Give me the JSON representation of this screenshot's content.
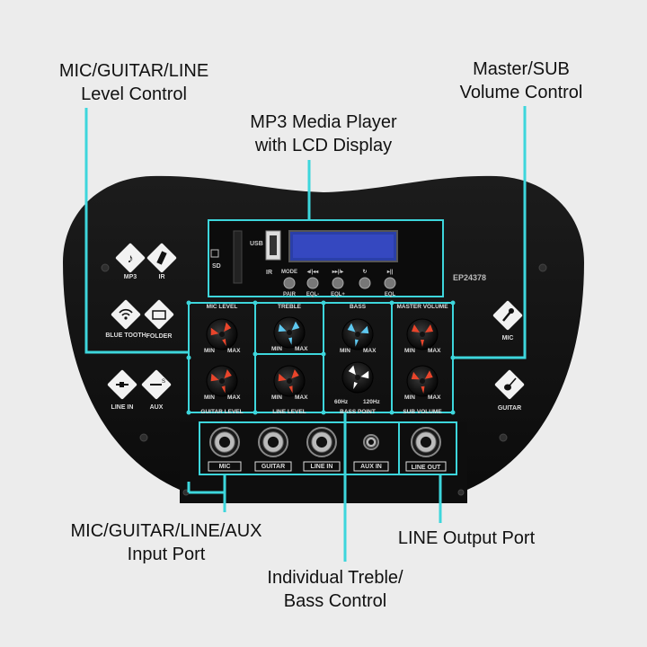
{
  "callouts": {
    "level_control": {
      "line1": "MIC/GUITAR/LINE",
      "line2": "Level Control"
    },
    "master_sub": {
      "line1": "Master/SUB",
      "line2": "Volume Control"
    },
    "mp3": {
      "line1": "MP3 Media Player",
      "line2": "with LCD Display"
    },
    "input_port": {
      "line1": "MIC/GUITAR/LINE/AUX",
      "line2": "Input Port"
    },
    "line_output": {
      "line1": "LINE Output Port"
    },
    "treble_bass": {
      "line1": "Individual Treble/",
      "line2": "Bass Control"
    }
  },
  "panel": {
    "model": "EP24378",
    "mp3_player": {
      "usb": "USB",
      "sd": "SD",
      "ir": "IR",
      "buttons_top": [
        "MODE",
        "◂/|◂◂",
        "▸▸|/▸",
        "↻",
        "▸||"
      ],
      "buttons_bottom": [
        "PAIR",
        "EQL-",
        "EQL+",
        "",
        "EQL"
      ]
    },
    "left_icons": [
      "MP3",
      "IR",
      "BLUE TOOTH",
      "FOLDER",
      "LINE IN",
      "AUX"
    ],
    "right_icons": [
      "MIC",
      "GUITAR"
    ],
    "knob_headers": [
      "MIC LEVEL",
      "TREBLE",
      "BASS",
      "MASTER VOLUME"
    ],
    "knob_footers": [
      "GUITAR LEVEL",
      "LINE LEVEL",
      "BASS POINT",
      "SUB VOLUME"
    ],
    "knob_min": "MIN",
    "knob_max": "MAX",
    "bass_hz_low": "60Hz",
    "bass_hz_high": "120Hz",
    "jacks": [
      "MIC",
      "GUITAR",
      "LINE IN",
      "AUX IN",
      "LINE OUT"
    ]
  },
  "colors": {
    "accent": "#3dd6dc",
    "knob_red": "#e8452b",
    "knob_blue": "#5ec8f0",
    "body": "#111111",
    "lcd": "#2a3fa8"
  }
}
